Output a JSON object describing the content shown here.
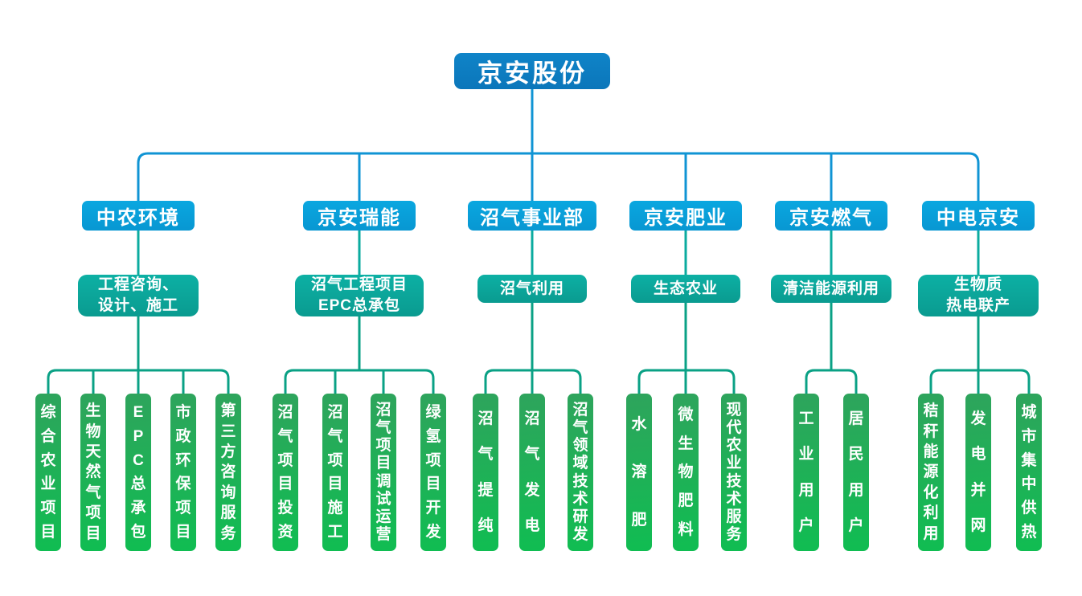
{
  "root": {
    "label": "京安股份"
  },
  "colors": {
    "root_blue": "#0d7cc1",
    "branch_blue": "#09a0d9",
    "blue_line": "#1094d4",
    "teal": "#0bab9f",
    "teal_dark": "#0a9b90",
    "green_line": "#0aa185",
    "leaf_green_top": "#2ea45c",
    "leaf_green_bottom": "#10bd52"
  },
  "branches": [
    {
      "name": "中农环境",
      "function": "工程咨询、\n设计、施工",
      "leaves": [
        "综合农业项目",
        "生物天然气项目",
        "EPC总承包",
        "市政环保项目",
        "第三方咨询服务"
      ]
    },
    {
      "name": "京安瑞能",
      "function": "沼气工程项目\nEPC总承包",
      "leaves": [
        "沼气项目投资",
        "沼气项目施工",
        "沼气项目调试运营",
        "绿氢项目开发"
      ]
    },
    {
      "name": "沼气事业部",
      "function": "沼气利用",
      "leaves": [
        "沼气提纯",
        "沼气发电",
        "沼气领域技术研发"
      ]
    },
    {
      "name": "京安肥业",
      "function": "生态农业",
      "leaves": [
        "水溶肥",
        "微生物肥料",
        "现代农业技术服务"
      ]
    },
    {
      "name": "京安燃气",
      "function": "清洁能源利用",
      "leaves": [
        "工业用户",
        "居民用户"
      ]
    },
    {
      "name": "中电京安",
      "function": "生物质\n热电联产",
      "leaves": [
        "秸秆能源化利用",
        "发电并网",
        "城市集中供热"
      ]
    }
  ]
}
